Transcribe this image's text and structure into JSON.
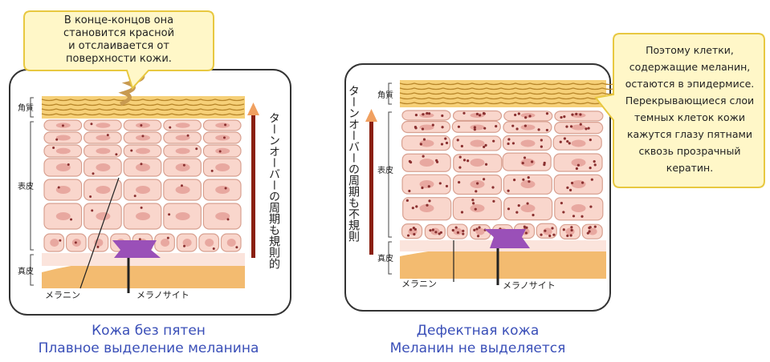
{
  "left_panel": {
    "bubble_lines": [
      "В конце-концов она",
      "становится красной",
      "и отслаивается от",
      "поверхности кожи."
    ],
    "layer_labels": {
      "stratum_corneum": "角質",
      "epidermis": "表皮",
      "dermis": "真皮"
    },
    "vertical_label": "ターンオーバーの周期も規則的",
    "bottom_labels": {
      "melanin": "メラニン",
      "melanocyte": "メラノサイト"
    },
    "caption_lines": [
      "Кожа без пятен",
      "Плавное выделение меланина"
    ]
  },
  "right_panel": {
    "bubble_lines": [
      "Поэтому клетки,",
      "содержащие меланин,",
      "остаются в эпидермисе.",
      "Перекрывающиеся слои",
      "темных клеток кожи",
      "кажутся глазу пятнами",
      "сквозь прозрачный",
      "кератин."
    ],
    "layer_labels": {
      "stratum_corneum": "角質",
      "epidermis": "表皮",
      "dermis": "真皮"
    },
    "vertical_label": "ターンオーバーの周期も不規則",
    "bottom_labels": {
      "melanin": "メラニン",
      "melanocyte": "メラノサイト"
    },
    "caption_lines": [
      "Дефектная кожа",
      "Меланин не выделяется"
    ]
  },
  "colors": {
    "caption": "#3a4fb8",
    "keratin": "#f6d078",
    "cell_fill": "#f9d6cc",
    "cell_stroke": "#d8a090",
    "melanin_dot": "#8a3030",
    "melanocyte": "#9a50b8",
    "dermis": "#f3bb70",
    "bubble_fill": "#fff7c8",
    "bubble_stroke": "#e8c840",
    "arrow": "#8a1f10"
  }
}
